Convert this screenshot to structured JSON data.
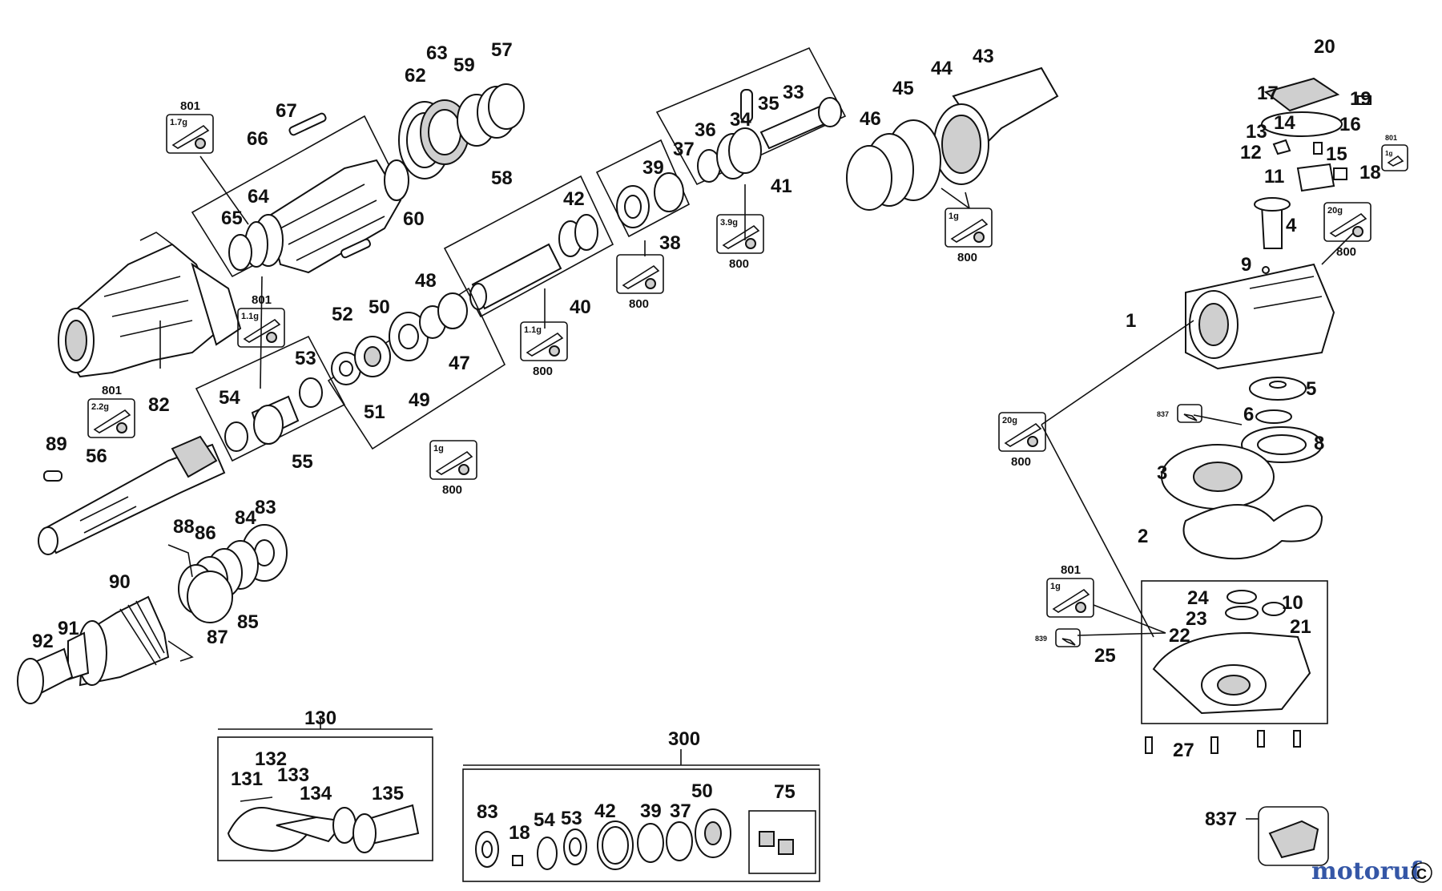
{
  "labels": {
    "p1": "1",
    "p2": "2",
    "p3": "3",
    "p4": "4",
    "p5": "5",
    "p6": "6",
    "p8": "8",
    "p9": "9",
    "p10": "10",
    "p11": "11",
    "p12": "12",
    "p13": "13",
    "p14": "14",
    "p15": "15",
    "p16": "16",
    "p17": "17",
    "p18": "18",
    "p19": "19",
    "p20": "20",
    "p21": "21",
    "p22": "22",
    "p23": "23",
    "p24": "24",
    "p25": "25",
    "p27": "27",
    "p33": "33",
    "p34": "34",
    "p35": "35",
    "p36": "36",
    "p37": "37",
    "p38": "38",
    "p39": "39",
    "p40": "40",
    "p41": "41",
    "p42": "42",
    "p43": "43",
    "p44": "44",
    "p45": "45",
    "p46": "46",
    "p47": "47",
    "p48": "48",
    "p49": "49",
    "p50": "50",
    "p51": "51",
    "p52": "52",
    "p53": "53",
    "p54": "54",
    "p55": "55",
    "p56": "56",
    "p57": "57",
    "p58": "58",
    "p59": "59",
    "p60": "60",
    "p62": "62",
    "p63": "63",
    "p64": "64",
    "p65": "65",
    "p66": "66",
    "p67": "67",
    "p82": "82",
    "p83": "83",
    "p84": "84",
    "p85": "85",
    "p86": "86",
    "p87": "87",
    "p88": "88",
    "p89": "89",
    "p90": "90",
    "p91": "91",
    "p92": "92",
    "p130": "130",
    "p131": "131",
    "p132": "132",
    "p133": "133",
    "p134": "134",
    "p135": "135",
    "p300": "300",
    "k83": "83",
    "k18": "18",
    "k54": "54",
    "k53": "53",
    "k42": "42",
    "k39": "39",
    "k37": "37",
    "k50": "50",
    "k75": "75",
    "p837": "837"
  },
  "kits": {
    "k801a": {
      "code": "801",
      "weight": "1.7g"
    },
    "k801b": {
      "code": "801",
      "weight": "1.1g"
    },
    "k801c": {
      "code": "801",
      "weight": "2.2g"
    },
    "k800a": {
      "code": "800",
      "weight": "1.1g"
    },
    "k800b": {
      "code": "800",
      "weight": "1g"
    },
    "k800c": {
      "code": "800",
      "weight": ""
    },
    "k800d": {
      "code": "800",
      "weight": "3.9g"
    },
    "k800e": {
      "code": "800",
      "weight": "1g"
    },
    "k800f": {
      "code": "800",
      "weight": "20g"
    },
    "k800g": {
      "code": "800",
      "weight": "20g"
    },
    "k801d": {
      "code": "801",
      "weight": "1g"
    },
    "k801e": {
      "code": "801",
      "weight": "1g"
    },
    "k837": {
      "code": "837"
    },
    "k839": {
      "code": "839"
    }
  },
  "watermark": "motoruf",
  "corner_mark": "C"
}
